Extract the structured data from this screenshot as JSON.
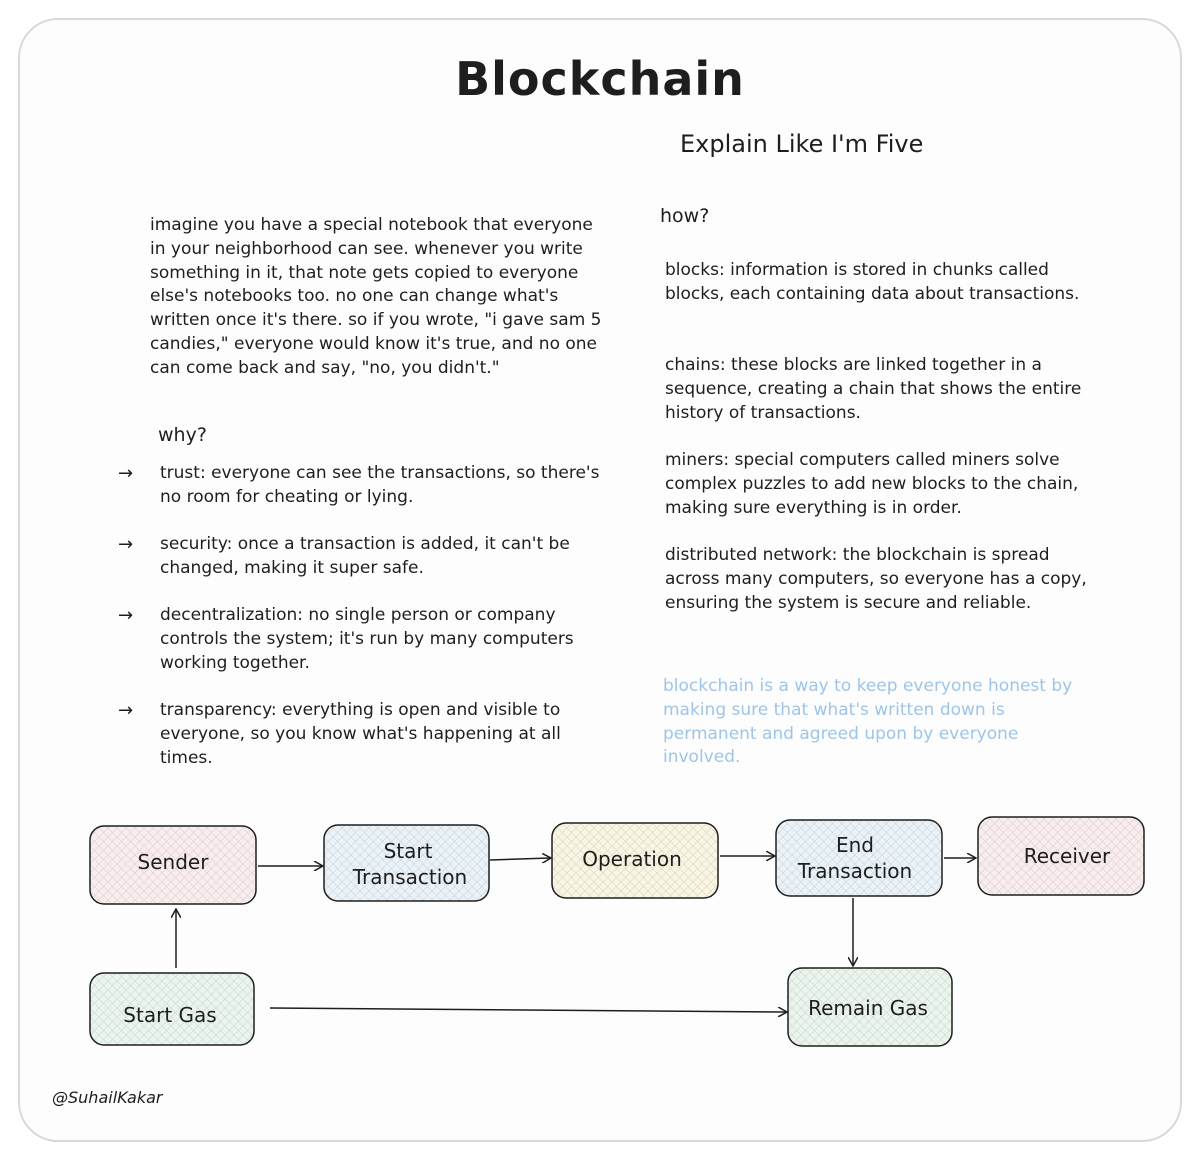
{
  "title": "Blockchain",
  "subtitle": "Explain Like I'm Five",
  "intro": "imagine you have a special notebook that everyone in your neighborhood can see. whenever you write something in it, that note gets copied to everyone else's notebooks too. no one can change what's written once it's there. so if you wrote, \"i gave sam 5 candies,\" everyone would know it's true, and no one can come back and say, \"no, you didn't.\"",
  "why": {
    "heading": "why?",
    "items": [
      {
        "arrow": "→",
        "text": "trust: everyone can see the transactions, so there's no room for cheating or lying."
      },
      {
        "arrow": "→",
        "text": "security: once a transaction is added, it can't be changed, making it super safe."
      },
      {
        "arrow": "→",
        "text": "decentralization: no single person or company controls the system; it's run by many computers working together."
      },
      {
        "arrow": "→",
        "text": "transparency: everything is open and visible to everyone, so you know what's happening at all times."
      }
    ]
  },
  "how": {
    "heading": "how?",
    "items": [
      "blocks: information is stored in chunks called blocks, each containing data about transactions.",
      "chains: these blocks are linked together in a sequence, creating a chain that shows the entire history of transactions.",
      "miners: special computers called miners solve complex puzzles to add new blocks to the chain, making sure everything is in order.",
      "distributed network: the blockchain is spread across many computers, so everyone has a copy, ensuring the system is secure and reliable."
    ]
  },
  "summary": "blockchain is a way to keep everyone honest by making sure that what's written down is permanent and agreed upon by everyone involved.",
  "diagram": {
    "nodes": {
      "sender": {
        "lines": [
          "Sender"
        ],
        "color": "#e8a0a0"
      },
      "start_tx": {
        "lines": [
          "Start",
          "Transaction"
        ],
        "color": "#8ec4e6"
      },
      "operation": {
        "lines": [
          "Operation"
        ],
        "color": "#e6d36a"
      },
      "end_tx": {
        "lines": [
          "End",
          "Transaction"
        ],
        "color": "#8ec4e6"
      },
      "receiver": {
        "lines": [
          "Receiver"
        ],
        "color": "#e8a0a0"
      },
      "start_gas": {
        "lines": [
          "Start Gas"
        ],
        "color": "#8fd4a3"
      },
      "remain_gas": {
        "lines": [
          "Remain Gas"
        ],
        "color": "#8fd4a3"
      }
    }
  },
  "handle": "@SuhailKakar"
}
